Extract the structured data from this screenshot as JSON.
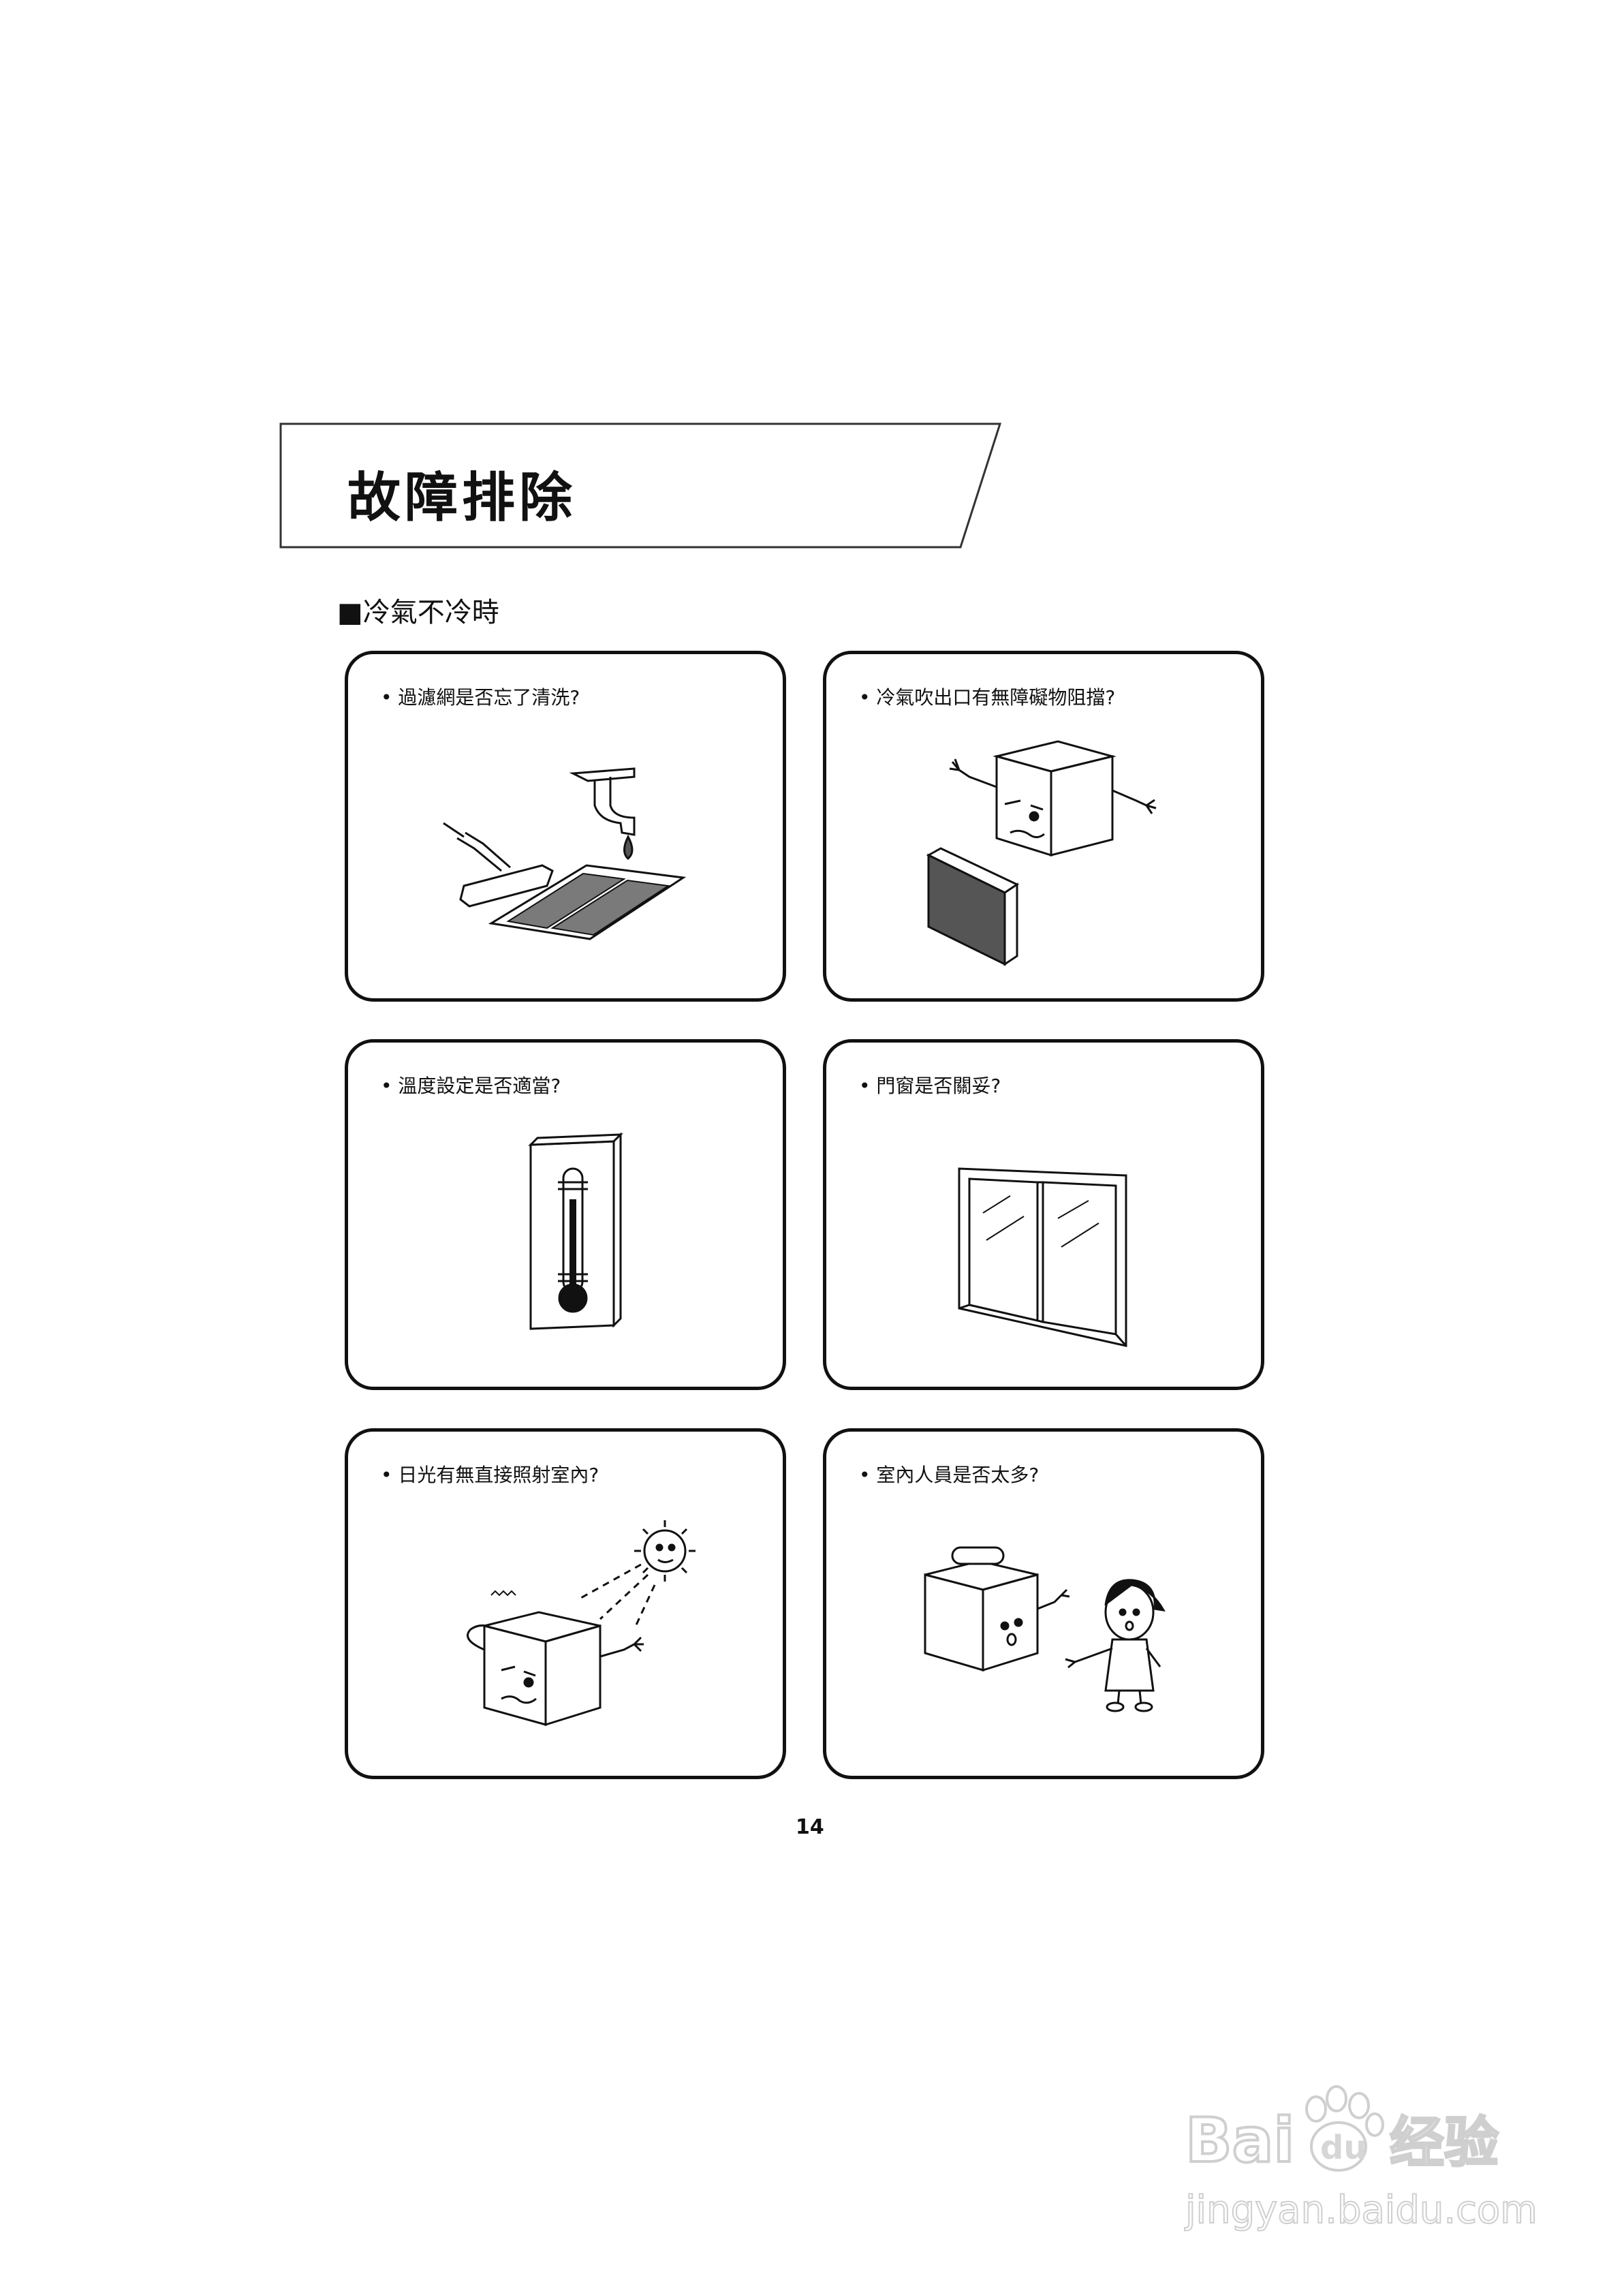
{
  "page": {
    "title": "故障排除",
    "section": "■冷氣不冷時",
    "page_number": "14"
  },
  "panels": [
    {
      "question": "• 過濾網是否忘了清洗?",
      "illustration": "filter-washing-icon"
    },
    {
      "question": "• 冷氣吹出口有無障礙物阻擋?",
      "illustration": "blocked-ac-icon"
    },
    {
      "question": "• 溫度設定是否適當?",
      "illustration": "thermometer-icon"
    },
    {
      "question": "• 門窗是否關妥?",
      "illustration": "window-icon"
    },
    {
      "question": "• 日光有無直接照射室內?",
      "illustration": "sunlight-ac-icon"
    },
    {
      "question": "• 室內人員是否太多?",
      "illustration": "crowded-room-icon"
    }
  ],
  "watermark": {
    "brand_latin": "Bai",
    "brand_du": "du",
    "brand_cn": "经验",
    "url": "jingyan.baidu.com"
  }
}
